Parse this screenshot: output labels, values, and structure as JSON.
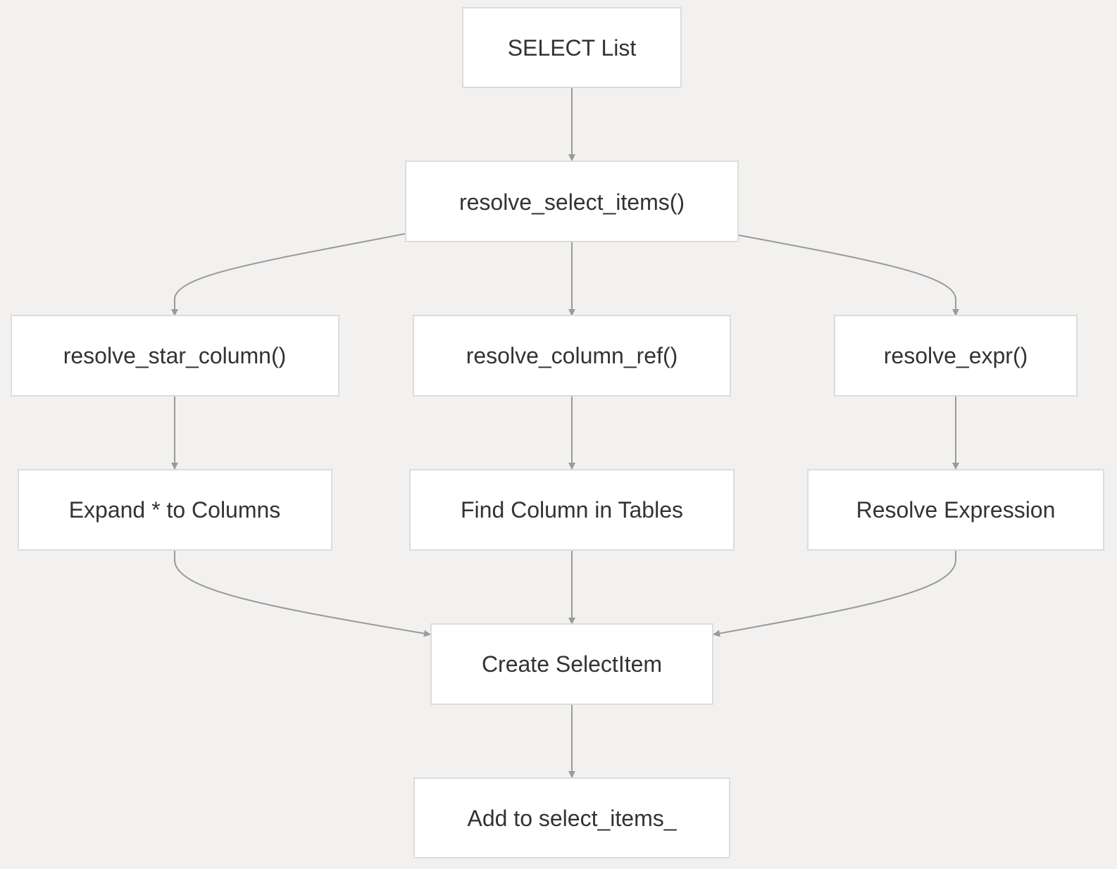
{
  "diagram": {
    "type": "flowchart",
    "colors": {
      "background": "#f2f1f0",
      "node_fill": "#ffffff",
      "node_border": "#dcdcdc",
      "edge": "#9a9a9a",
      "text": "#333333"
    },
    "nodes": {
      "select_list": {
        "label": "SELECT List"
      },
      "resolve_select_items": {
        "label": "resolve_select_items()"
      },
      "resolve_star_column": {
        "label": "resolve_star_column()"
      },
      "resolve_column_ref": {
        "label": "resolve_column_ref()"
      },
      "resolve_expr": {
        "label": "resolve_expr()"
      },
      "expand_star": {
        "label": "Expand * to Columns"
      },
      "find_column": {
        "label": "Find Column in Tables"
      },
      "resolve_expression": {
        "label": "Resolve Expression"
      },
      "create_selectitem": {
        "label": "Create SelectItem"
      },
      "add_to_select_items": {
        "label": "Add to select_items_"
      }
    },
    "edges": [
      {
        "from": "select_list",
        "to": "resolve_select_items"
      },
      {
        "from": "resolve_select_items",
        "to": "resolve_star_column"
      },
      {
        "from": "resolve_select_items",
        "to": "resolve_column_ref"
      },
      {
        "from": "resolve_select_items",
        "to": "resolve_expr"
      },
      {
        "from": "resolve_star_column",
        "to": "expand_star"
      },
      {
        "from": "resolve_column_ref",
        "to": "find_column"
      },
      {
        "from": "resolve_expr",
        "to": "resolve_expression"
      },
      {
        "from": "expand_star",
        "to": "create_selectitem"
      },
      {
        "from": "find_column",
        "to": "create_selectitem"
      },
      {
        "from": "resolve_expression",
        "to": "create_selectitem"
      },
      {
        "from": "create_selectitem",
        "to": "add_to_select_items"
      }
    ]
  }
}
